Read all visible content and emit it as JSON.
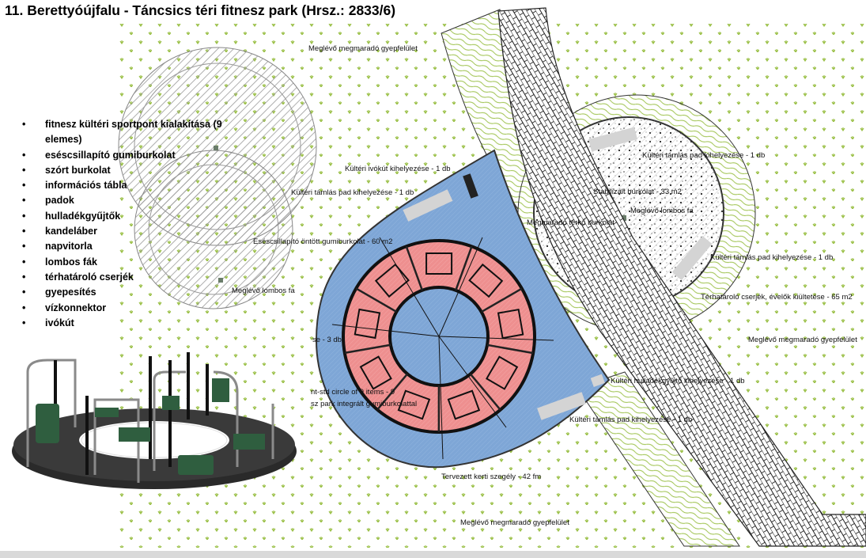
{
  "title": "11. Berettyóújfalu - Táncsics téri fitnesz park (Hrsz.: 2833/6)",
  "features": [
    "fitnesz kültéri sportpont kialakítása (9 elemes)",
    "esésc­sillapító gumiburkolat",
    "szórt burkolat",
    "információs tábla",
    "padok",
    "hulladékgyűjtők",
    "kandeláber",
    "napvitorla",
    "lombos fák",
    "térhatároló cserjék",
    "gyepesítés",
    "vízkonnektor",
    "ivókút"
  ],
  "labels": {
    "grass_top": "Meglévő megmaradó gyepfelület",
    "drinking_fountain": "Kültéri ivókút kihelyezése - 1 db",
    "bench_left": "Kültéri támlás pad kihelyezése - 1 db",
    "rubber_surface": "Esésc­sillapító öntött gumiburkolat - 60 m2",
    "tree_left": "Meglévő lombos fa",
    "lamp": "se - 3 db",
    "circle_line1": "nt-std circle of 9 items - 9",
    "circle_line2": "sz park integrált gumiburkolattal",
    "bench_top_right": "Kültéri támlás pad kihelyezése - 1 db",
    "stabilized": "Stabilizált burkolat - 33 m2",
    "tree_right": "Meglévő lombos fa",
    "paving": "Megmaradó térkő burkolat",
    "bench_right": "Kültéri támlás pad kihelyezése - 1 db",
    "shrubs": "Térhatároló cserjék, évelők kiültetése - 65 m2",
    "grass_right": "Meglévő megmaradó gyepfelület",
    "bin": "Kültéri hulladékgyűjtő kihelyezése - 1 db",
    "bench_bottom": "Kültéri támlás pad kihelyezése - 1 db",
    "border": "Tervezett kerti szegély - 42 fm",
    "grass_bottom": "Meglévő megmaradó gyepfelület"
  },
  "colors": {
    "rubber_blue": "#7ea6d6",
    "equipment_red": "#ee8f8f",
    "grass_green": "#9cc14a",
    "hatch_gray": "#9a9a9a"
  }
}
